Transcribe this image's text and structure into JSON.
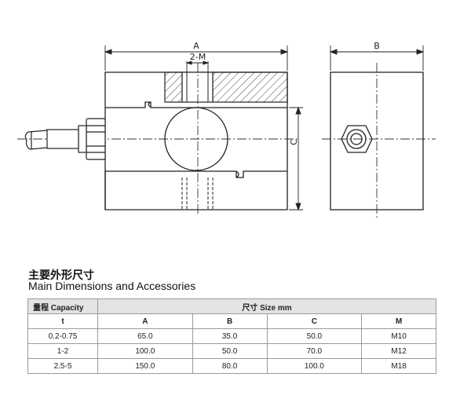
{
  "diagram": {
    "dim_a": "A",
    "dim_2m": "2-M",
    "dim_b": "B",
    "dim_c": "C"
  },
  "section": {
    "title_cn": "主要外形尺寸",
    "title_en": "Main Dimensions and Accessories"
  },
  "table": {
    "capacity_header": "量程 Capacity",
    "size_header": "尺寸 Size mm",
    "col_labels": [
      "t",
      "A",
      "B",
      "C",
      "M"
    ],
    "rows": [
      [
        "0.2-0.75",
        "65.0",
        "35.0",
        "50.0",
        "M10"
      ],
      [
        "1-2",
        "100.0",
        "50.0",
        "70.0",
        "M12"
      ],
      [
        "2.5-5",
        "150.0",
        "80.0",
        "100.0",
        "M18"
      ]
    ]
  }
}
